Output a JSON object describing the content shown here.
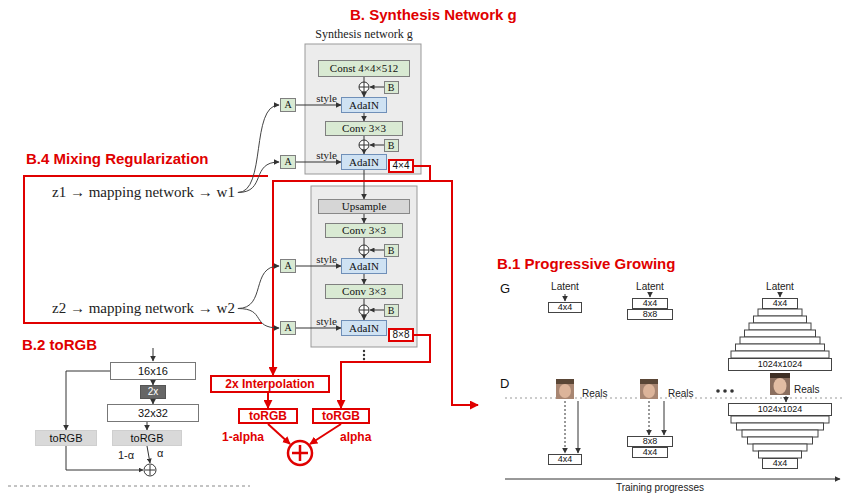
{
  "diagram": {
    "title": "B. Synthesis Network g",
    "nodes": [
      {
        "text": [
          "Synthesis network g"
        ]
      },
      {
        "text": [
          "Const 4×4×512"
        ],
        "in": 0
      },
      {
        "text": [
          "B"
        ],
        "in": 0
      },
      {
        "text": [
          "A"
        ]
      },
      {
        "text": [
          "AdaIN"
        ],
        "in": 0
      },
      {
        "text": [
          "Conv 3×3"
        ],
        "in": 0
      },
      {
        "text": [
          "B"
        ],
        "in": 0
      },
      {
        "text": [
          "A"
        ]
      },
      {
        "text": [
          "AdaIN"
        ],
        "in": 0
      },
      {
        "text": [
          "4×4"
        ],
        "in": 0
      },
      {
        "text": [
          "Upsample"
        ],
        "in": 0
      },
      {
        "text": [
          "Conv 3×3"
        ],
        "in": 0
      },
      {
        "text": [
          "B"
        ],
        "in": 0
      },
      {
        "text": [
          "A"
        ]
      },
      {
        "text": [
          "AdaIN"
        ],
        "in": 0
      },
      {
        "text": [
          "Conv 3×3"
        ],
        "in": 0
      },
      {
        "text": [
          "B"
        ],
        "in": 0
      },
      {
        "text": [
          "A"
        ]
      },
      {
        "text": [
          "AdaIN"
        ],
        "in": 0
      },
      {
        "text": [
          "8×8"
        ],
        "in": 0
      },
      {
        "text": [
          "16x16"
        ]
      },
      {
        "text": [
          "2x"
        ]
      },
      {
        "text": [
          "32x32"
        ]
      },
      {
        "text": [
          "toRGB"
        ]
      },
      {
        "text": [
          "toRGB"
        ]
      },
      {
        "text": [
          "2x Interpolation"
        ]
      },
      {
        "text": [
          "toRGB"
        ]
      },
      {
        "text": [
          "toRGB"
        ]
      },
      {
        "text": [
          "4x4"
        ]
      },
      {
        "text": [
          "4x4"
        ]
      },
      {
        "text": [
          "8x8"
        ]
      },
      {
        "text": [
          "4x4"
        ]
      },
      {
        "text": [
          "1024x1024"
        ]
      },
      {
        "text": [
          "4x4"
        ]
      },
      {
        "text": [
          "8x8"
        ]
      },
      {
        "text": [
          "4x4"
        ]
      },
      {
        "text": [
          "1024x1024"
        ]
      },
      {
        "text": [
          "4x4"
        ]
      }
    ],
    "edges": [
      {
        "from": 1,
        "to": 4,
        "arrow": "to"
      },
      {
        "from": 3,
        "to": 4,
        "label": "style",
        "arrow": "to"
      },
      {
        "from": 4,
        "to": 5,
        "arrow": "to"
      },
      {
        "from": 5,
        "to": 8,
        "arrow": "to"
      },
      {
        "from": 7,
        "to": 8,
        "label": "style",
        "arrow": "to"
      },
      {
        "from": 8,
        "to": 10,
        "arrow": "to"
      },
      {
        "from": 10,
        "to": 11,
        "arrow": "to"
      },
      {
        "from": 11,
        "to": 14,
        "arrow": "to"
      },
      {
        "from": 13,
        "to": 14,
        "label": "style",
        "arrow": "to"
      },
      {
        "from": 14,
        "to": 15,
        "arrow": "to"
      },
      {
        "from": 15,
        "to": 18,
        "arrow": "to"
      },
      {
        "from": 17,
        "to": 18,
        "label": "style",
        "arrow": "to"
      },
      {
        "from": 9,
        "to": 25,
        "arrow": "to"
      },
      {
        "from": 19,
        "to": 27,
        "arrow": "to"
      },
      {
        "from": 25,
        "to": 26,
        "arrow": "to"
      },
      {
        "from": 20,
        "to": 21,
        "arrow": "to"
      },
      {
        "from": 21,
        "to": 22,
        "arrow": "to"
      },
      {
        "from": 20,
        "to": 23,
        "arrow": "to"
      },
      {
        "from": 22,
        "to": 24,
        "arrow": "to"
      }
    ],
    "labels": [
      "B.4 Mixing Regularization",
      "z1 → mapping network → w1",
      "z2 → mapping network → w2",
      "B.2 toRGB",
      "1-α",
      "α",
      "1-alpha",
      "alpha",
      "B.1 Progressive Growing",
      "G",
      "Latent",
      "Latent",
      "Latent",
      "Reals",
      "Reals",
      "Reals",
      "D",
      "Training progresses"
    ]
  }
}
